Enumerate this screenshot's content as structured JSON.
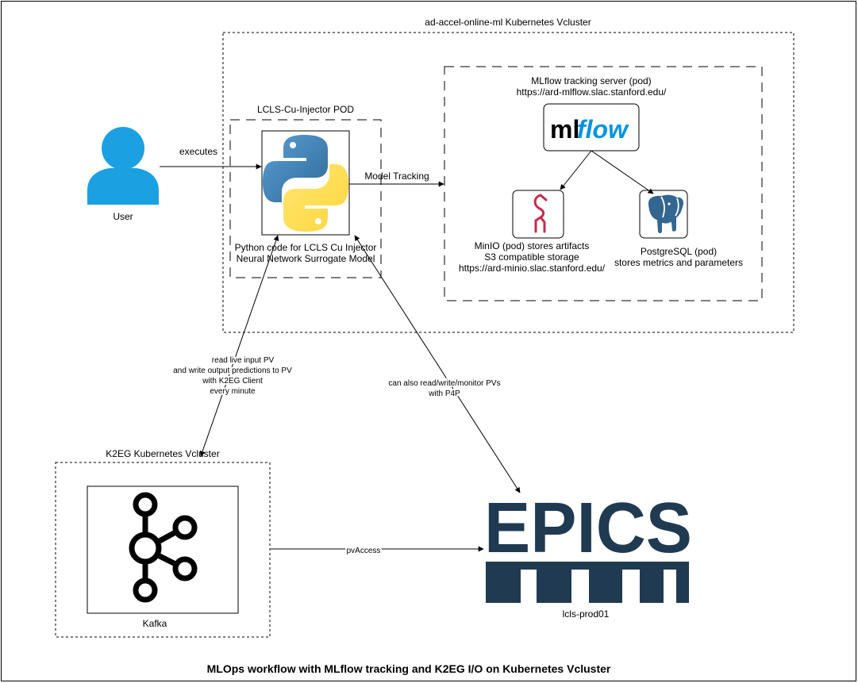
{
  "colors": {
    "user": "#1ba1e2",
    "python_blue": "#3a73a8",
    "python_yellow": "#ffd43b",
    "mlflow_blue": "#0194e2",
    "minio_red": "#c72c48",
    "postgres_blue": "#336791",
    "epics_navy": "#203a52",
    "kafka_black": "#000000"
  },
  "title": "MLOps workflow with MLflow tracking and K2EG I/O on Kubernetes Vcluster",
  "clusters": {
    "vcluster": {
      "label": "ad-accel-online-ml Kubernetes Vcluster"
    },
    "mlflow_group": {
      "label_line1": "MLflow tracking server (pod)",
      "label_line2": "https://ard-mlflow.slac.stanford.edu/"
    },
    "pod": {
      "label": "LCLS-Cu-Injector POD"
    },
    "k2eg": {
      "label": "K2EG Kubernetes Vcluster"
    }
  },
  "nodes": {
    "user": {
      "label": "User",
      "icon": "user-icon"
    },
    "python": {
      "icon": "python-logo-icon",
      "label_line1": "Python code for LCLS Cu Injector",
      "label_line2": "Neural Network Surrogate Model"
    },
    "mlflow": {
      "icon": "mlflow-logo-icon",
      "logo_ml": "ml",
      "logo_flow": "flow"
    },
    "minio": {
      "icon": "minio-logo-icon",
      "label_line1": "MinIO (pod) stores artifacts",
      "label_line2": "S3 compatible storage",
      "label_line3": "https://ard-minio.slac.stanford.edu/"
    },
    "postgres": {
      "icon": "postgresql-elephant-icon",
      "label_line1": "PostgreSQL (pod)",
      "label_line2": "stores metrics and parameters"
    },
    "kafka": {
      "icon": "kafka-logo-icon",
      "label": "Kafka"
    },
    "epics": {
      "icon": "epics-logo-icon",
      "logo_text": "EPICS",
      "label": "lcls-prod01"
    }
  },
  "edges": {
    "executes": "executes",
    "model_tracking": "Model Tracking",
    "k2eg_line1": "read live input PV",
    "k2eg_line2": "and write output predictions to PV",
    "k2eg_line3": "with K2EG Client",
    "k2eg_line4": "every minute",
    "p4p_line1": "can also read/write/monitor PVs",
    "p4p_line2": "with P4P",
    "pvaccess": "pvAccess"
  }
}
